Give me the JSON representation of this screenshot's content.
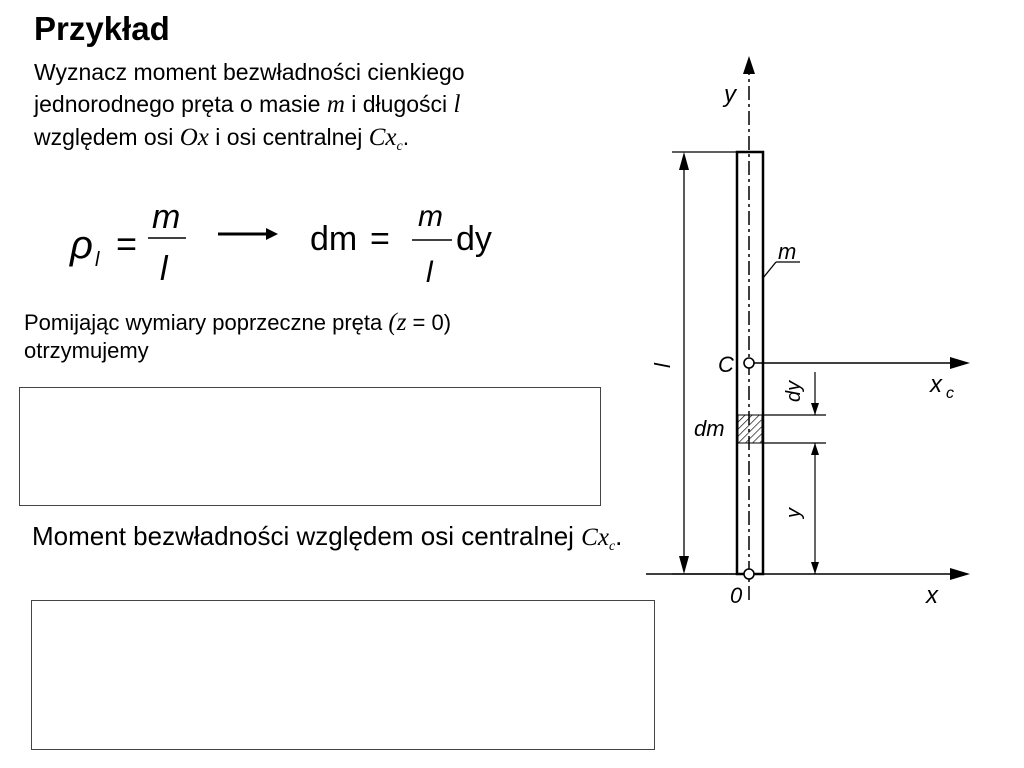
{
  "slide": {
    "title": "Przykład",
    "task": {
      "part1": "Wyznacz moment bezwładności cienkiego jednorodnego pręta o masie ",
      "m": "m",
      "part2": " i długości ",
      "l": "l",
      "part3": " względem osi ",
      "ox": "Ox",
      "part4": " i osi centralnej ",
      "cx": "Cx",
      "cx_sub": "c",
      "end": "."
    },
    "formula": {
      "rho": "ρ",
      "rho_sub": "l",
      "eq": "=",
      "num": "m",
      "den": "l",
      "dm": "dm",
      "eq2": "=",
      "num2": "m",
      "den2": "l",
      "dy": "dy"
    },
    "para1": {
      "text": "Pomijając wymiary poprzeczne pręta ",
      "paren_open": "(",
      "z": "z",
      "eq_zero": " = ",
      "zero": "0",
      "paren_close": ")",
      "line2": "otrzymujemy"
    },
    "para2": {
      "text": "Moment bezwładności względem osi centralnej ",
      "cx": "Cx",
      "cx_sub": "c",
      "end": "."
    }
  },
  "diagram": {
    "labels": {
      "y_axis": "y",
      "m": "m",
      "l": "l",
      "c": "C",
      "xc": "x",
      "xc_sub": "c",
      "dy": "dy",
      "dm": "dm",
      "y_dim": "y",
      "origin": "0",
      "x_axis": "x"
    }
  }
}
